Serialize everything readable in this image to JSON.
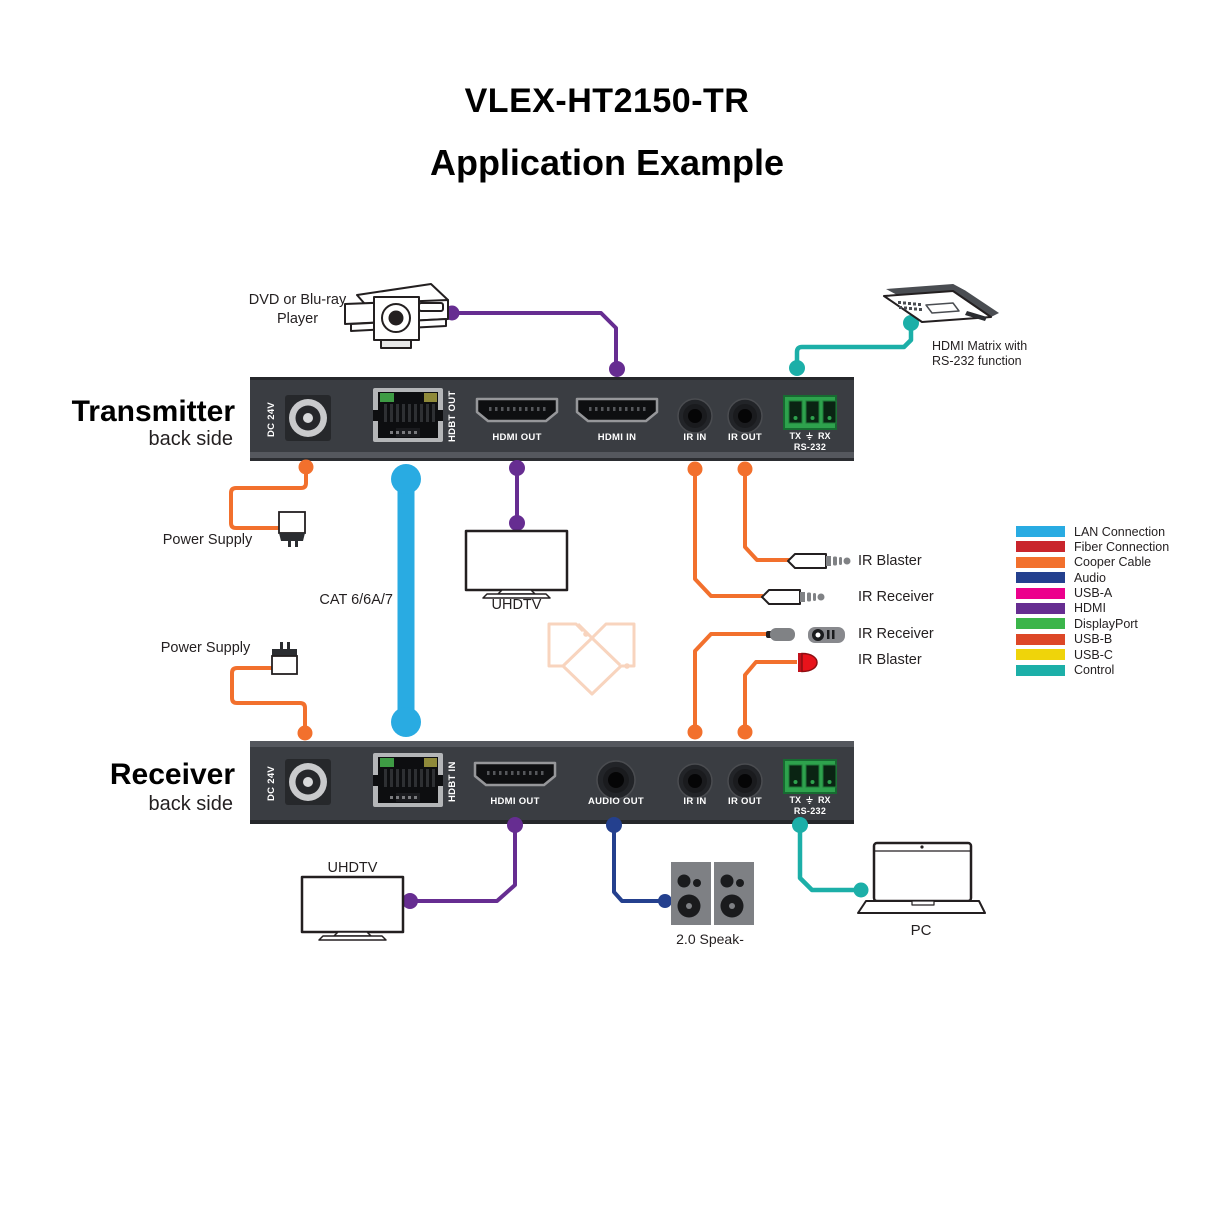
{
  "title": "VLEX-HT2150-TR",
  "subtitle": "Application Example",
  "transmitter": {
    "name": "Transmitter",
    "side": "back side",
    "ports": {
      "dc": "DC 24V",
      "hdbt": "HDBT OUT",
      "hdmi_out": "HDMI OUT",
      "hdmi_in": "HDMI IN",
      "ir_in": "IR IN",
      "ir_out": "IR OUT",
      "tx": "TX",
      "rx": "RX",
      "rs232": "RS-232"
    }
  },
  "receiver": {
    "name": "Receiver",
    "side": "back side",
    "ports": {
      "dc": "DC 24V",
      "hdbt": "HDBT IN",
      "hdmi_out": "HDMI OUT",
      "audio_out": "AUDIO OUT",
      "ir_in": "IR IN",
      "ir_out": "IR OUT",
      "tx": "TX",
      "rx": "RX",
      "rs232": "RS-232"
    }
  },
  "devices": {
    "dvd_line1": "DVD or Blu-ray",
    "dvd_line2": "Player",
    "matrix_line1": "HDMI Matrix with",
    "matrix_line2": "RS-232 function",
    "power_supply": "Power Supply",
    "cat_cable": "CAT 6/6A/7",
    "uhdtv": "UHDTV",
    "ir_blaster": "IR Blaster",
    "ir_receiver": "IR Receiver",
    "speakers": "2.0 Speak-",
    "pc": "PC"
  },
  "legend": {
    "items": [
      {
        "label": "LAN Connection",
        "color": "#29ABE2"
      },
      {
        "label": "Fiber Connection",
        "color": "#C9252C"
      },
      {
        "label": "Cooper Cable",
        "color": "#F2702D"
      },
      {
        "label": "Audio",
        "color": "#24408E"
      },
      {
        "label": "USB-A",
        "color": "#EC008C"
      },
      {
        "label": "HDMI",
        "color": "#662D91"
      },
      {
        "label": "DisplayPort",
        "color": "#3BB54A"
      },
      {
        "label": "USB-B",
        "color": "#DD4727"
      },
      {
        "label": "USB-C",
        "color": "#EFD40A"
      },
      {
        "label": "Control",
        "color": "#1CAFA8"
      }
    ]
  }
}
